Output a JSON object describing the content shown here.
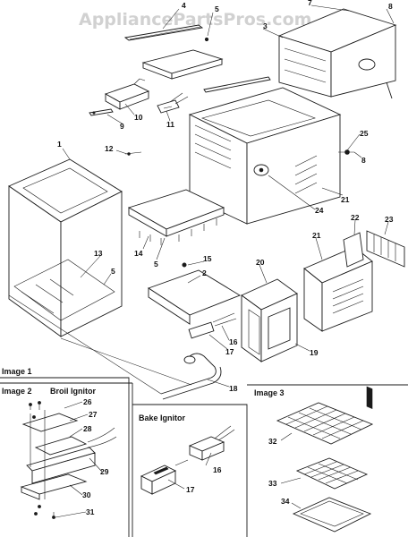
{
  "watermark": "AppliancePartsPros.com",
  "captions": {
    "image1": "Image 1",
    "image2": "Image 2",
    "image3": "Image 3",
    "broil_ignitor": "Broil Ignitor",
    "bake_ignitor": "Bake Ignitor"
  },
  "callouts": {
    "c1": "1",
    "c2": "2",
    "c3": "3",
    "c4": "4",
    "c5a": "5",
    "c5b": "5",
    "c5c": "5",
    "c7": "7",
    "c8a": "8",
    "c8b": "8",
    "c9": "9",
    "c10": "10",
    "c11": "11",
    "c12": "12",
    "c13": "13",
    "c14": "14",
    "c15": "15",
    "c16a": "16",
    "c16b": "16",
    "c17a": "17",
    "c17b": "17",
    "c18": "18",
    "c19": "19",
    "c20": "20",
    "c21a": "21",
    "c21b": "21",
    "c22": "22",
    "c23": "23",
    "c24": "24",
    "c25": "25",
    "c26": "26",
    "c27": "27",
    "c28": "28",
    "c29": "29",
    "c30": "30",
    "c31": "31",
    "c32": "32",
    "c33": "33",
    "c34": "34"
  }
}
